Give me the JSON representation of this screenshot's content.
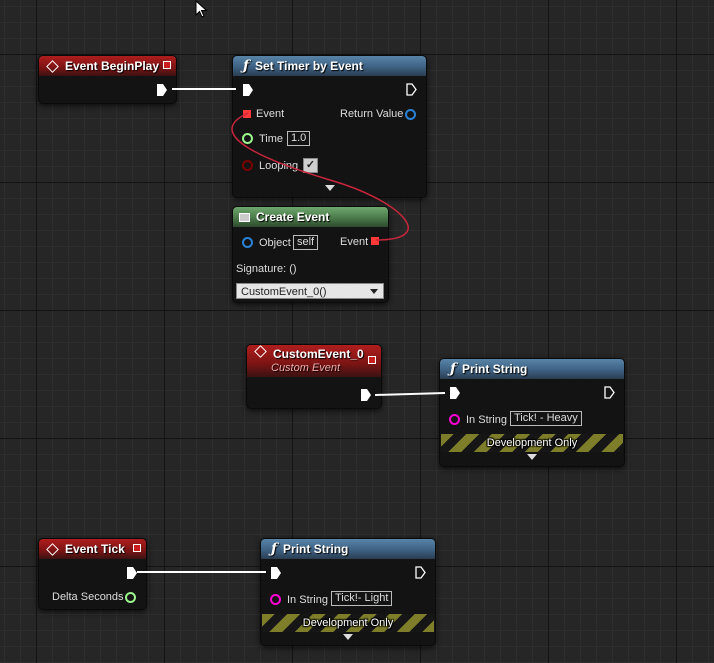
{
  "nodes": {
    "begin_play": {
      "title": "Event BeginPlay"
    },
    "set_timer": {
      "title": "Set Timer by Event",
      "event_pin": "Event",
      "return_pin": "Return Value",
      "time_pin": "Time",
      "time_value": "1.0",
      "looping_pin": "Looping",
      "looping_checked": true,
      "checkmark": "✓"
    },
    "create_event": {
      "title": "Create Event",
      "object_pin": "Object",
      "object_value": "self",
      "event_pin": "Event",
      "signature": "Signature: ()",
      "dropdown_value": "CustomEvent_0()"
    },
    "custom_event": {
      "title": "CustomEvent_0",
      "subtitle": "Custom Event"
    },
    "print_heavy": {
      "title": "Print String",
      "in_string_pin": "In String",
      "in_string_value": "Tick! - Heavy",
      "dev_label": "Development Only"
    },
    "event_tick": {
      "title": "Event Tick",
      "delta_pin": "Delta Seconds"
    },
    "print_light": {
      "title": "Print String",
      "in_string_pin": "In String",
      "in_string_value": "Tick!- Light",
      "dev_label": "Development Only"
    }
  },
  "colors": {
    "event_header": "#b01d1d",
    "function_header": "#3e6183",
    "create_event_header": "#4a7a4a",
    "float_pin": "#9cf58c",
    "object_pin": "#2a82d6",
    "delegate_pin": "#ff3838",
    "bool_pin": "#7a0000",
    "string_pin": "#ff00d4",
    "exec_wire": "#ffffff",
    "delegate_wire": "#c8263c"
  }
}
